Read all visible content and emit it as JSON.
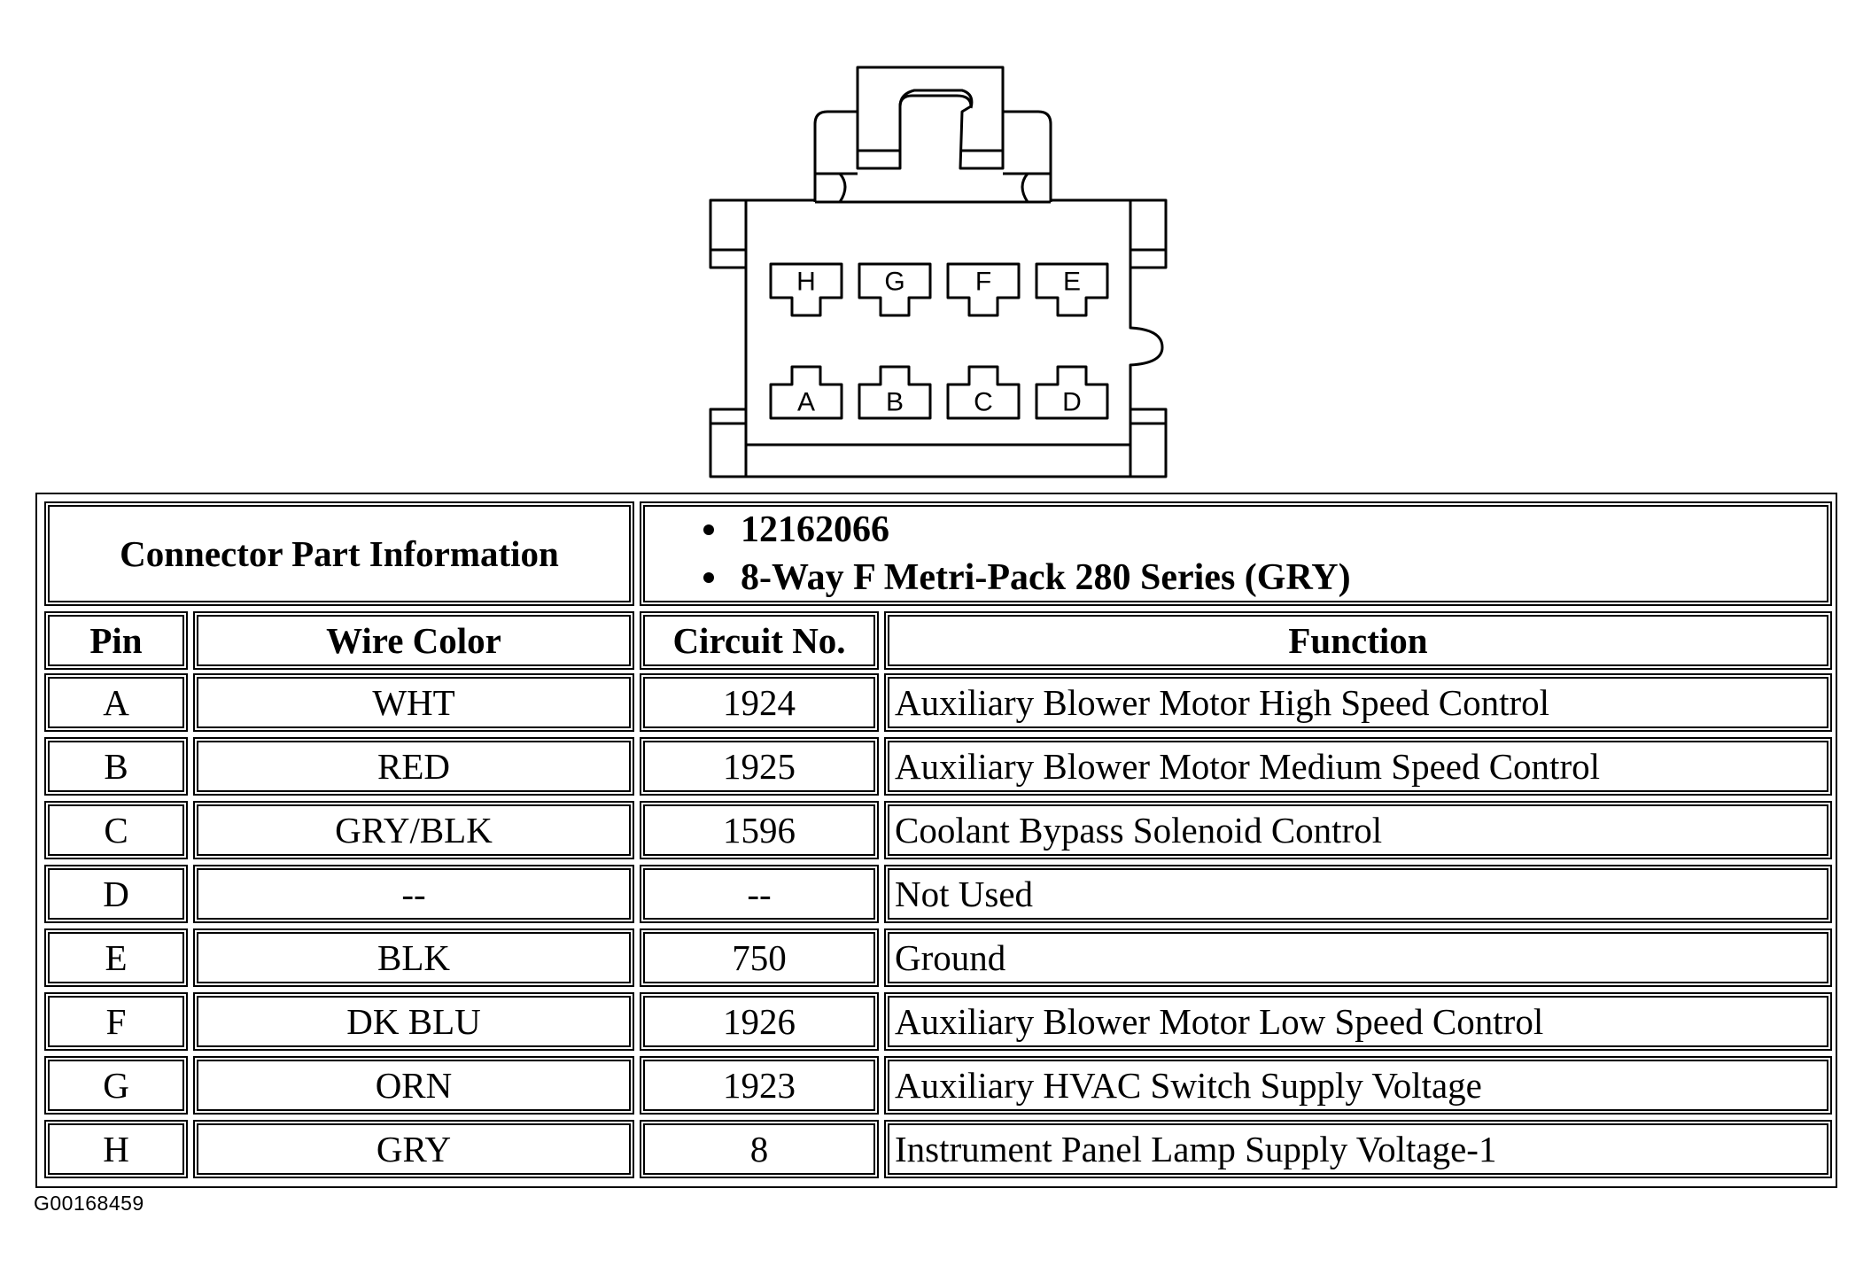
{
  "connector": {
    "top_row_pins": [
      "H",
      "G",
      "F",
      "E"
    ],
    "bottom_row_pins": [
      "A",
      "B",
      "C",
      "D"
    ]
  },
  "part_info": {
    "label": "Connector Part Information",
    "items": [
      "12162066",
      "8-Way F Metri-Pack 280 Series (GRY)"
    ]
  },
  "table": {
    "headers": [
      "Pin",
      "Wire Color",
      "Circuit No.",
      "Function"
    ],
    "rows": [
      {
        "pin": "A",
        "wire_color": "WHT",
        "circuit": "1924",
        "function": "Auxiliary Blower Motor High Speed Control"
      },
      {
        "pin": "B",
        "wire_color": "RED",
        "circuit": "1925",
        "function": "Auxiliary Blower Motor Medium Speed Control"
      },
      {
        "pin": "C",
        "wire_color": "GRY/BLK",
        "circuit": "1596",
        "function": "Coolant Bypass Solenoid Control"
      },
      {
        "pin": "D",
        "wire_color": "--",
        "circuit": "--",
        "function": "Not Used"
      },
      {
        "pin": "E",
        "wire_color": "BLK",
        "circuit": "750",
        "function": "Ground"
      },
      {
        "pin": "F",
        "wire_color": "DK BLU",
        "circuit": "1926",
        "function": "Auxiliary Blower Motor Low Speed Control"
      },
      {
        "pin": "G",
        "wire_color": "ORN",
        "circuit": "1923",
        "function": "Auxiliary HVAC Switch Supply Voltage"
      },
      {
        "pin": "H",
        "wire_color": "GRY",
        "circuit": "8",
        "function": "Instrument Panel Lamp Supply Voltage-1"
      }
    ]
  },
  "figure_id": "G00168459"
}
